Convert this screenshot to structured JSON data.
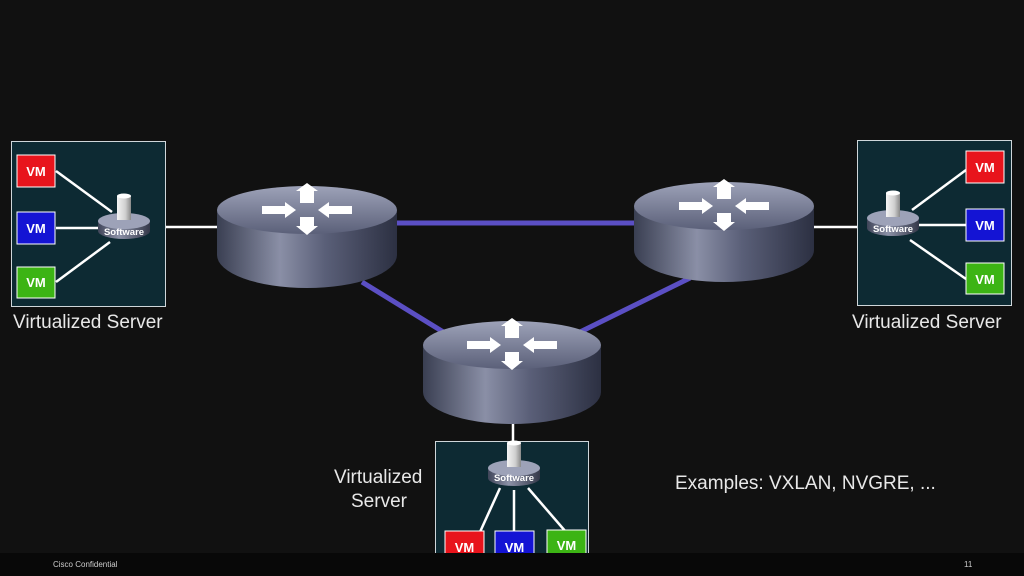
{
  "colors": {
    "background": "#111111",
    "server_box_fill": "#0d2a33",
    "link_color": "#5b4fc4",
    "vm_red": "#e8141c",
    "vm_blue": "#1414d4",
    "vm_green": "#3cb414"
  },
  "servers": [
    {
      "id": "left",
      "label": "Virtualized Server",
      "software_label": "Software",
      "vms": [
        {
          "label": "VM",
          "color": "red"
        },
        {
          "label": "VM",
          "color": "blue"
        },
        {
          "label": "VM",
          "color": "green"
        }
      ]
    },
    {
      "id": "right",
      "label": "Virtualized Server",
      "software_label": "Software",
      "vms": [
        {
          "label": "VM",
          "color": "red"
        },
        {
          "label": "VM",
          "color": "blue"
        },
        {
          "label": "VM",
          "color": "green"
        }
      ]
    },
    {
      "id": "bottom",
      "label_line1": "Virtualized",
      "label_line2": "Server",
      "software_label": "Software",
      "vms": [
        {
          "label": "VM",
          "color": "red"
        },
        {
          "label": "VM",
          "color": "blue"
        },
        {
          "label": "VM",
          "color": "green"
        }
      ]
    }
  ],
  "routers": [
    {
      "name": "router-left",
      "icon": "router-icon"
    },
    {
      "name": "router-right",
      "icon": "router-icon"
    },
    {
      "name": "router-bottom",
      "icon": "router-icon"
    }
  ],
  "examples_text": "Examples: VXLAN, NVGRE, ...",
  "footer": {
    "confidential": "Cisco Confidential",
    "page_number": "11"
  }
}
